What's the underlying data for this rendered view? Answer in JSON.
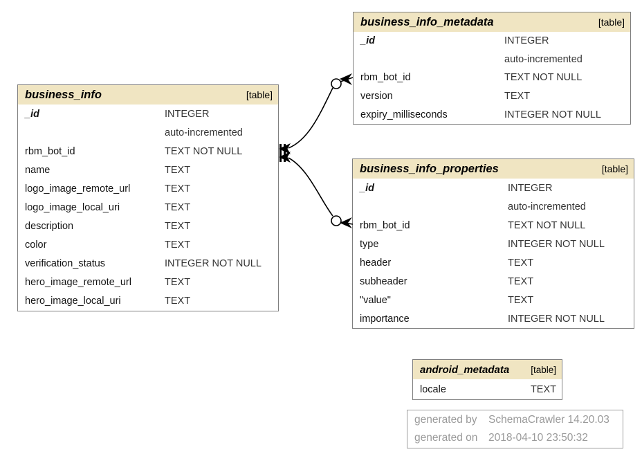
{
  "tables": [
    {
      "name": "business_info",
      "badge": "[table]",
      "columns": [
        {
          "name": "_id",
          "type": "INTEGER"
        },
        {
          "name": "",
          "type": "auto-incremented"
        },
        {
          "name": "rbm_bot_id",
          "type": "TEXT NOT NULL"
        },
        {
          "name": "name",
          "type": "TEXT"
        },
        {
          "name": "logo_image_remote_url",
          "type": "TEXT"
        },
        {
          "name": "logo_image_local_uri",
          "type": "TEXT"
        },
        {
          "name": "description",
          "type": "TEXT"
        },
        {
          "name": "color",
          "type": "TEXT"
        },
        {
          "name": "verification_status",
          "type": "INTEGER NOT NULL"
        },
        {
          "name": "hero_image_remote_url",
          "type": "TEXT"
        },
        {
          "name": "hero_image_local_uri",
          "type": "TEXT"
        }
      ]
    },
    {
      "name": "business_info_metadata",
      "badge": "[table]",
      "columns": [
        {
          "name": "_id",
          "type": "INTEGER"
        },
        {
          "name": "",
          "type": "auto-incremented"
        },
        {
          "name": "rbm_bot_id",
          "type": "TEXT NOT NULL"
        },
        {
          "name": "version",
          "type": "TEXT"
        },
        {
          "name": "expiry_milliseconds",
          "type": "INTEGER NOT NULL"
        }
      ]
    },
    {
      "name": "business_info_properties",
      "badge": "[table]",
      "columns": [
        {
          "name": "_id",
          "type": "INTEGER"
        },
        {
          "name": "",
          "type": "auto-incremented"
        },
        {
          "name": "rbm_bot_id",
          "type": "TEXT NOT NULL"
        },
        {
          "name": "type",
          "type": "INTEGER NOT NULL"
        },
        {
          "name": "header",
          "type": "TEXT"
        },
        {
          "name": "subheader",
          "type": "TEXT"
        },
        {
          "name": "\"value\"",
          "type": "TEXT"
        },
        {
          "name": "importance",
          "type": "INTEGER NOT NULL"
        }
      ]
    },
    {
      "name": "android_metadata",
      "badge": "[table]",
      "columns": [
        {
          "name": "locale",
          "type": "TEXT"
        }
      ]
    }
  ],
  "relationships": [
    {
      "from_table": "business_info",
      "from_column": "rbm_bot_id",
      "to_table": "business_info_metadata",
      "to_column": "rbm_bot_id"
    },
    {
      "from_table": "business_info",
      "from_column": "rbm_bot_id",
      "to_table": "business_info_properties",
      "to_column": "rbm_bot_id"
    }
  ],
  "footer": {
    "generated_by_label": "generated by",
    "generated_by_value": "SchemaCrawler 14.20.03",
    "generated_on_label": "generated on",
    "generated_on_value": "2018-04-10 23:50:32"
  },
  "colors": {
    "header_bg": "#F0E5C2",
    "table_border": "#7f7f7f",
    "footer_border": "#9c9c9c",
    "footer_text": "#9a9a9a",
    "line_color": "#000000"
  }
}
